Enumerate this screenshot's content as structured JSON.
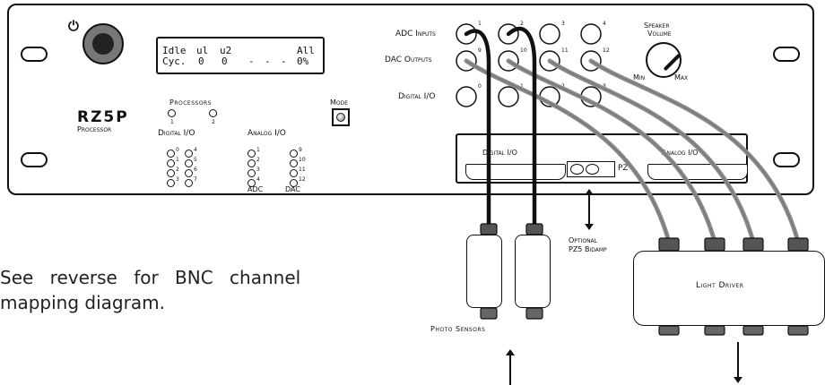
{
  "front_panel": {
    "model": "RZ5P",
    "model_sub": "Processor",
    "mode_label": "Mode",
    "processors_label": "Processors",
    "processor_numbers": [
      "1",
      "2"
    ],
    "digital_io_label": "Digital I/O",
    "digital_io_numbers": [
      "0",
      "4",
      "1",
      "5",
      "2",
      "6",
      "3",
      "7"
    ],
    "analog_io_label": "Analog I/O",
    "analog_adc_numbers": [
      "1",
      "2",
      "3",
      "4"
    ],
    "analog_dac_numbers": [
      "9",
      "10",
      "11",
      "12"
    ],
    "adc_label": "ADC",
    "dac_label": "DAC",
    "display": {
      "row1": [
        "Idle",
        "ul",
        "u2",
        "",
        "",
        "",
        "All"
      ],
      "row2": [
        "Cyc.",
        "0",
        "0",
        "-",
        "-",
        "-",
        "0%"
      ]
    },
    "bnc_rows": {
      "adc_label": "ADC Inputs",
      "dac_label": "DAC Outputs",
      "digital_label": "Digital I/O",
      "adc_numbers": [
        "1",
        "2",
        "3",
        "4"
      ],
      "dac_numbers": [
        "9",
        "10",
        "11",
        "12"
      ],
      "digital_numbers": [
        "0",
        "1",
        "2",
        "3"
      ]
    },
    "speaker_volume_label_1": "Speaker",
    "speaker_volume_label_2": "Volume",
    "min_label": "Min",
    "max_label": "Max",
    "rear_digital_label": "Digital I/O",
    "rear_analog_label": "Analog I/O",
    "pz_label": "PZ"
  },
  "annotations": {
    "bidamp_1": "Optional",
    "bidamp_2": "PZ5 Bidamp",
    "photo_sensors": "Photo Sensors",
    "light_driver": "Light Driver",
    "note_line_1": "See reverse for BNC channel",
    "note_line_2": "mapping diagram."
  }
}
